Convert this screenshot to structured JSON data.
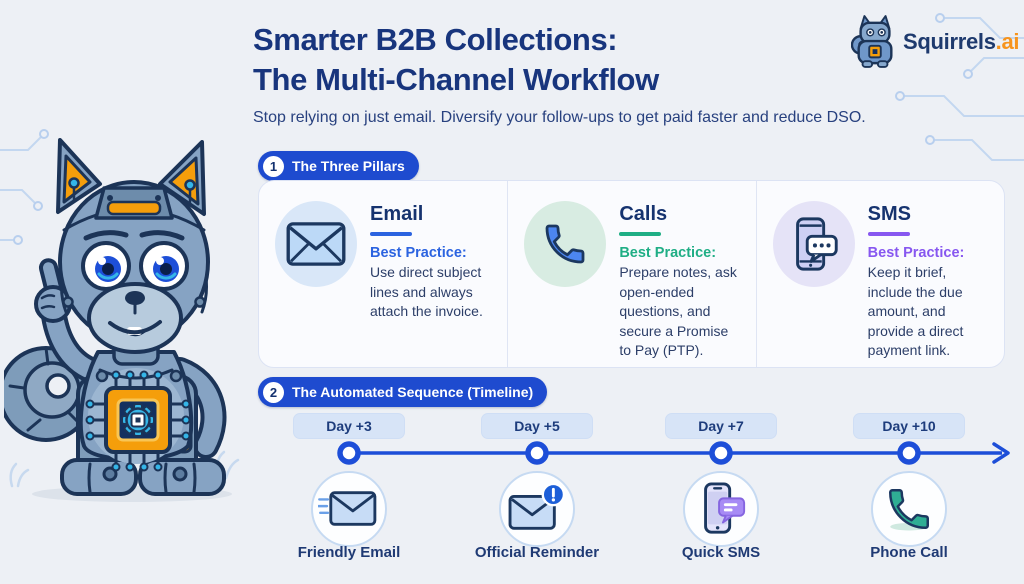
{
  "header": {
    "title_line1": "Smarter B2B Collections:",
    "title_line2": "The Multi-Channel Workflow",
    "subtitle": "Stop relying on just email. Diversify your follow-ups to get paid faster and reduce DSO."
  },
  "brand": {
    "name": "Squirrels",
    "suffix": ".ai",
    "name_color": "#1e3a6e",
    "suffix_color": "#f7941d",
    "logo_icon": "robot-squirrel-icon"
  },
  "mascot": {
    "icon": "robot-squirrel-thumbs-up-mascot"
  },
  "sections": [
    {
      "number": "1",
      "label": "The Three Pillars"
    },
    {
      "number": "2",
      "label": "The Automated Sequence (Timeline)"
    }
  ],
  "pillars": [
    {
      "title": "Email",
      "accent": "#2b63e0",
      "icon": "envelope-icon",
      "best_practice_label": "Best Practice:",
      "text": "Use direct subject lines and always attach the invoice."
    },
    {
      "title": "Calls",
      "accent": "#1fae85",
      "icon": "phone-handset-icon",
      "best_practice_label": "Best Practice:",
      "text": "Prepare notes, ask open-ended questions, and secure a Promise to Pay (PTP)."
    },
    {
      "title": "SMS",
      "accent": "#8757f0",
      "icon": "sms-phone-icon",
      "best_practice_label": "Best Practice:",
      "text": "Keep it brief, include the due amount, and provide a direct payment link."
    }
  ],
  "timeline": {
    "arrow_color": "#1d4ed8",
    "steps": [
      {
        "day": "Day +3",
        "label": "Friendly Email",
        "icon": "sending-envelope-icon"
      },
      {
        "day": "Day +5",
        "label": "Official Reminder",
        "icon": "alert-envelope-icon"
      },
      {
        "day": "Day +7",
        "label": "Quick SMS",
        "icon": "phone-chat-icon"
      },
      {
        "day": "Day +10",
        "label": "Phone Call",
        "icon": "phone-call-icon"
      }
    ]
  }
}
